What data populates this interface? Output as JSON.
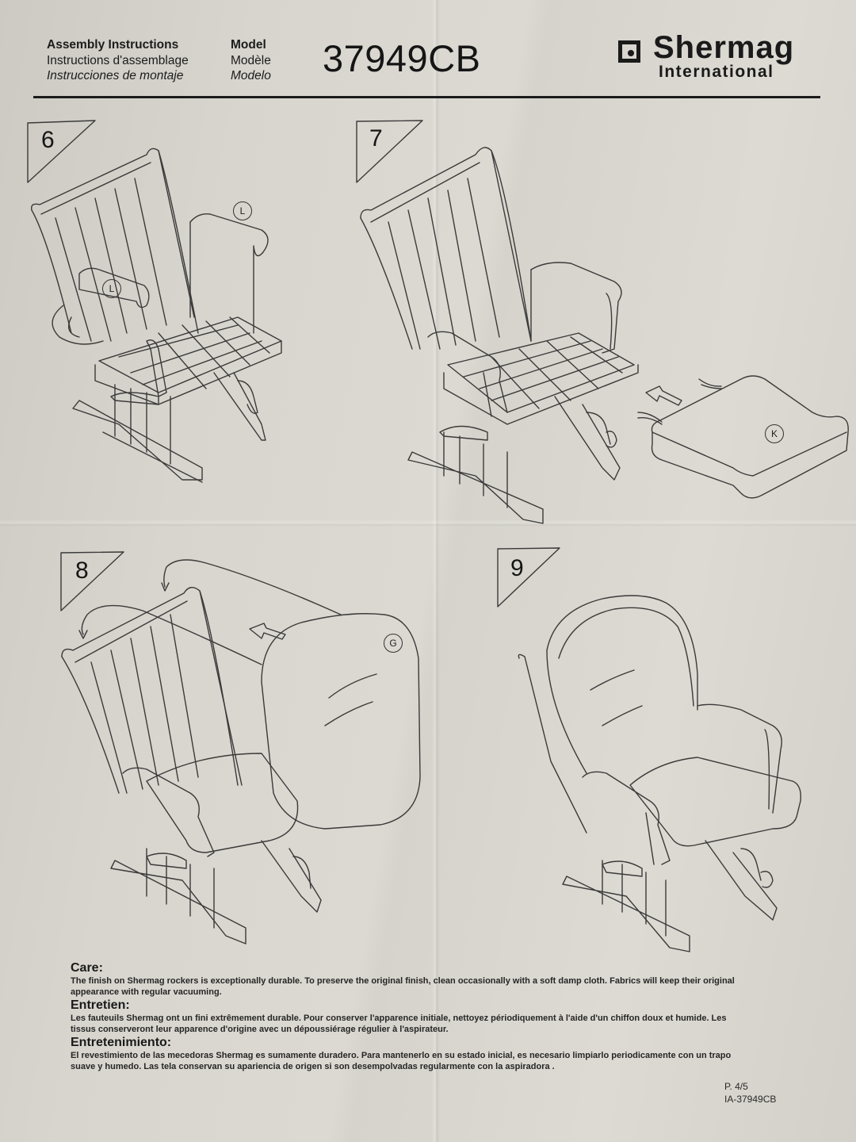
{
  "header": {
    "title_lines": [
      "Assembly Instructions",
      "Instructions d'assemblage",
      "Instrucciones de montaje"
    ],
    "model_label_lines": [
      "Model",
      "Modèle",
      "Modelo"
    ],
    "model_number": "37949CB",
    "brand": {
      "name": "Shermag",
      "subtitle": "International",
      "logo_icon": "square-dot-logo-icon"
    }
  },
  "steps": [
    {
      "number": "6",
      "parts": [
        "L",
        "L"
      ],
      "description_icon": "glider-chair-attach-arm-pads-illustration"
    },
    {
      "number": "7",
      "parts": [
        "K"
      ],
      "description_icon": "glider-chair-insert-seat-cushion-illustration"
    },
    {
      "number": "8",
      "parts": [
        "G"
      ],
      "description_icon": "glider-chair-attach-back-cushion-illustration"
    },
    {
      "number": "9",
      "parts": [],
      "description_icon": "glider-chair-completed-illustration"
    }
  ],
  "care": [
    {
      "heading": "Care:",
      "text": "The finish on Shermag rockers is exceptionally durable. To preserve the original finish, clean occasionally with a soft damp cloth. Fabrics will keep their original appearance with regular vacuuming."
    },
    {
      "heading": "Entretien:",
      "text": "Les fauteuils Shermag ont un fini extrêmement durable. Pour conserver l'apparence initiale, nettoyez périodiquement à l'aide d'un chiffon doux et humide. Les tissus conserveront leur apparence d'origine avec un dépoussiérage régulier à l'aspirateur."
    },
    {
      "heading": "Entretenimiento:",
      "text": "El revestimiento de las mecedoras Shermag es sumamente duradero. Para mantenerlo en su estado inicial, es necesario limpiarlo periodicamente con un trapo suave y humedo. Las tela conservan su apariencia de origen si son desempolvadas regularmente con la aspiradora ."
    }
  ],
  "footer": {
    "page": "P. 4/5",
    "doc_id": "IA-37949CB"
  }
}
